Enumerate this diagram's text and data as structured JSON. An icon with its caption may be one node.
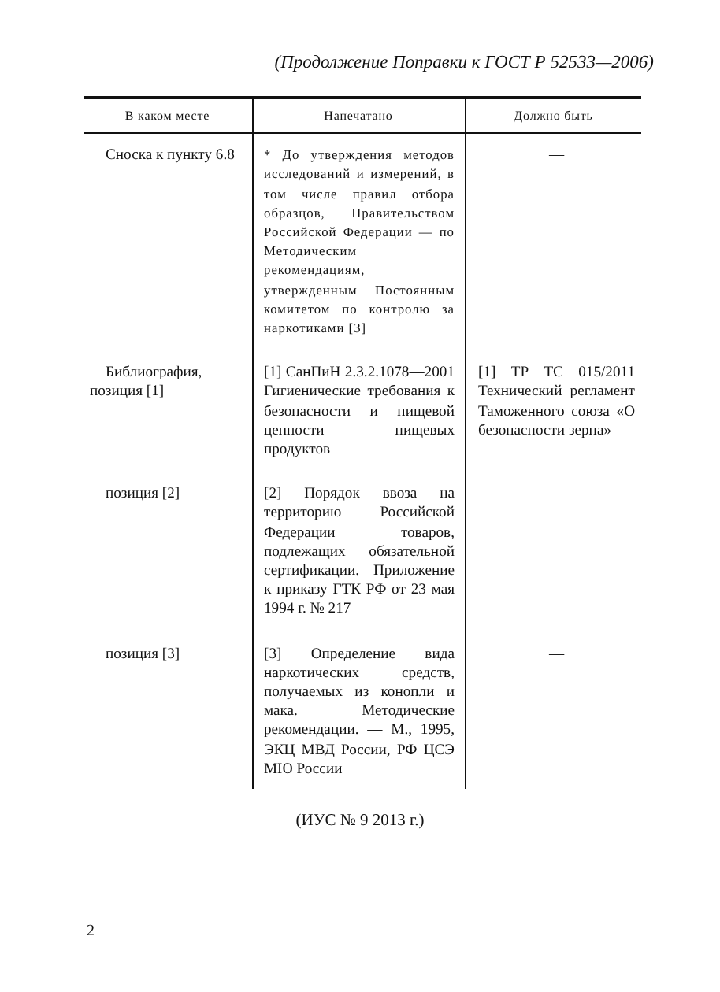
{
  "diagram": {
    "title": "(Продолжение Поправки к ГОСТ Р 52533—2006)",
    "caption": "(ИУС № 9 2013 г.)",
    "labels": [
      "В каком месте",
      "Напечатано",
      "Должно быть",
      "Сноска к пункту 6.8",
      "* До утверждения методов исследований и измерений, в том числе правил отбора образцов, Правительством Российской Федерации — по Методическим рекомендациям, утвержденным Постоянным комитетом по контролю за наркотиками [3]",
      "—",
      "Библиография, позиция [1]",
      "[1] СанПиН 2.3.2.1078—2001 Гигиенические требования к безопасности и пищевой ценности пищевых продуктов",
      "[1] ТР ТС 015/2011 Технический регламент Таможенного союза «О безопасности зерна»",
      "позиция [2]",
      "[2] Порядок ввоза на территорию Российской Федерации товаров, подлежащих обязательной сертификации. Приложение к приказу ГТК РФ от 23 мая 1994 г. № 217",
      "—",
      "позиция [3]",
      "[3] Определение вида наркотических средств, получаемых из конопли и мака. Методические рекомендации. — М., 1995, ЭКЦ МВД России, РФ ЦСЭ МЮ России",
      "—",
      "2"
    ]
  }
}
